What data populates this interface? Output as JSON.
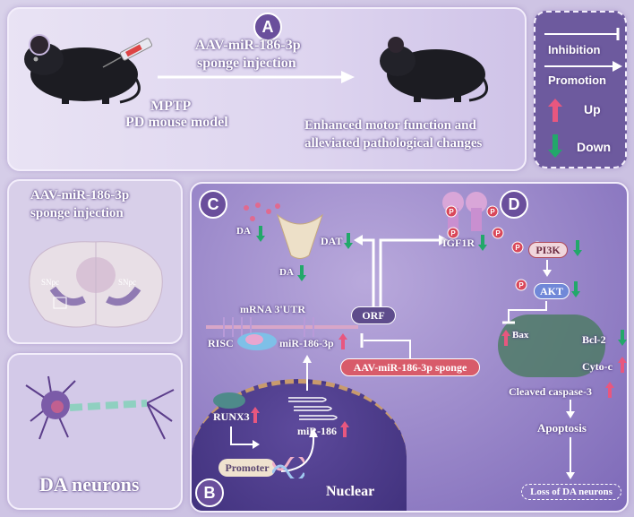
{
  "panelA": {
    "label": "A",
    "injection_line1": "AAV-miR-186-3p",
    "injection_line2": "sponge injection",
    "model_line1": "MPTP",
    "model_line2": "PD mouse model",
    "outcome_line1": "Enhanced motor function and",
    "outcome_line2": "alleviated pathological changes"
  },
  "legend": {
    "inhibition": "Inhibition",
    "promotion": "Promotion",
    "up": "Up",
    "down": "Down",
    "up_color": "#e8577f",
    "down_color": "#22a86a"
  },
  "brain": {
    "title_line1": "AAV-miR-186-3p",
    "title_line2": "sponge injection",
    "snpc_left": "SNpc",
    "snpc_right": "SNpc"
  },
  "neurons": {
    "label": "DA neurons"
  },
  "panelB": {
    "label": "B"
  },
  "panelC": {
    "label": "C",
    "da_top": "DA",
    "da_mid": "DA",
    "dat": "DAT",
    "mrna": "mRNA 3'UTR",
    "orf": "ORF",
    "risc": "RISC",
    "mir3p": "miR-186-3p",
    "sponge": "AAV-miR-186-3p sponge",
    "runx3": "RUNX3",
    "mir186": "miR-186",
    "promoter": "Promoter",
    "nuclear": "Nuclear"
  },
  "panelD": {
    "label": "D",
    "igf1r": "IGF1R",
    "pi3k": "PI3K",
    "akt": "AKT",
    "p": "P",
    "bax": "Bax",
    "bcl2": "Bcl-2",
    "cyto": "Cyto-c",
    "caspase": "Cleaved caspase-3",
    "apoptosis": "Apoptosis",
    "loss": "Loss of DA neurons"
  }
}
